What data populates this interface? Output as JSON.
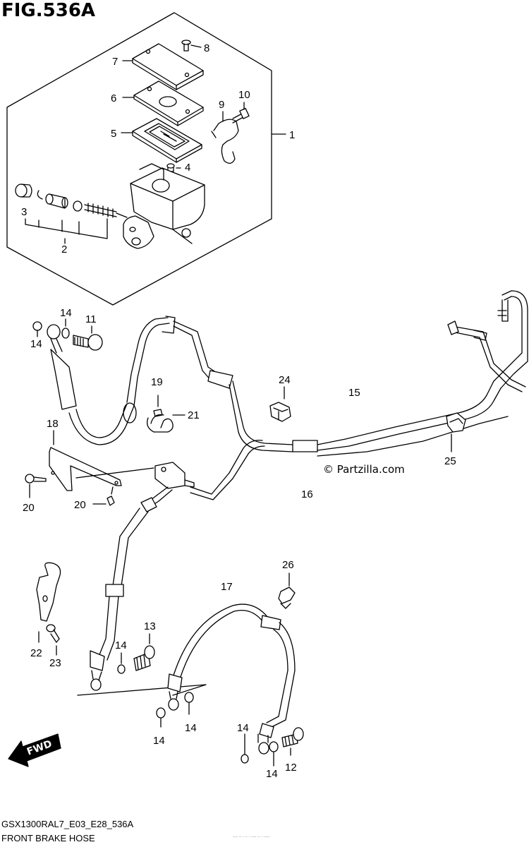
{
  "figure": {
    "title": "FIG.536A",
    "code": "GSX1300RAL7_E03_E28_536A",
    "name": "FRONT BRAKE HOSE",
    "watermark": "© Partzilla.com",
    "fwd_label": "FWD",
    "fine_print": "---- -- - -- - ---- -- - -----"
  },
  "callouts": {
    "c1": "1",
    "c2": "2",
    "c3": "3",
    "c4": "4",
    "c5": "5",
    "c6": "6",
    "c7": "7",
    "c8": "8",
    "c9": "9",
    "c10": "10",
    "c11": "11",
    "c12": "12",
    "c13": "13",
    "c14a": "14",
    "c14b": "14",
    "c14c": "14",
    "c14d": "14",
    "c14e": "14",
    "c14f": "14",
    "c14g": "14",
    "c15": "15",
    "c16": "16",
    "c17": "17",
    "c18": "18",
    "c19": "19",
    "c20a": "20",
    "c20b": "20",
    "c21": "21",
    "c22": "22",
    "c23": "23",
    "c24": "24",
    "c25": "25",
    "c26": "26"
  }
}
